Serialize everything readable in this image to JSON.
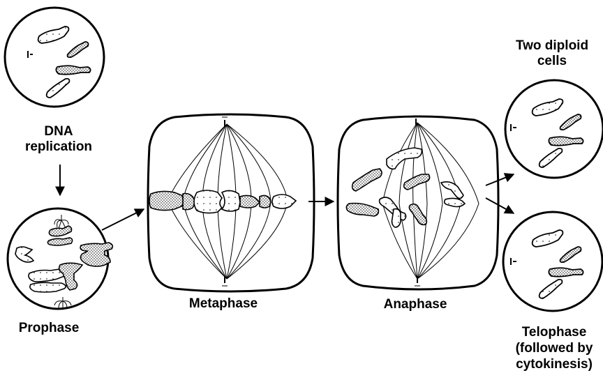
{
  "labels": {
    "dna_replication": [
      "DNA",
      "replication"
    ],
    "prophase": "Prophase",
    "metaphase": "Metaphase",
    "anaphase": "Anaphase",
    "two_diploid_cells": [
      "Two diploid",
      "cells"
    ],
    "telophase": [
      "Telophase",
      "(followed by",
      "cytokinesis)"
    ]
  },
  "colors": {
    "stroke": "#000000",
    "cell_fill": "#ffffff",
    "stipple": "#000000"
  }
}
